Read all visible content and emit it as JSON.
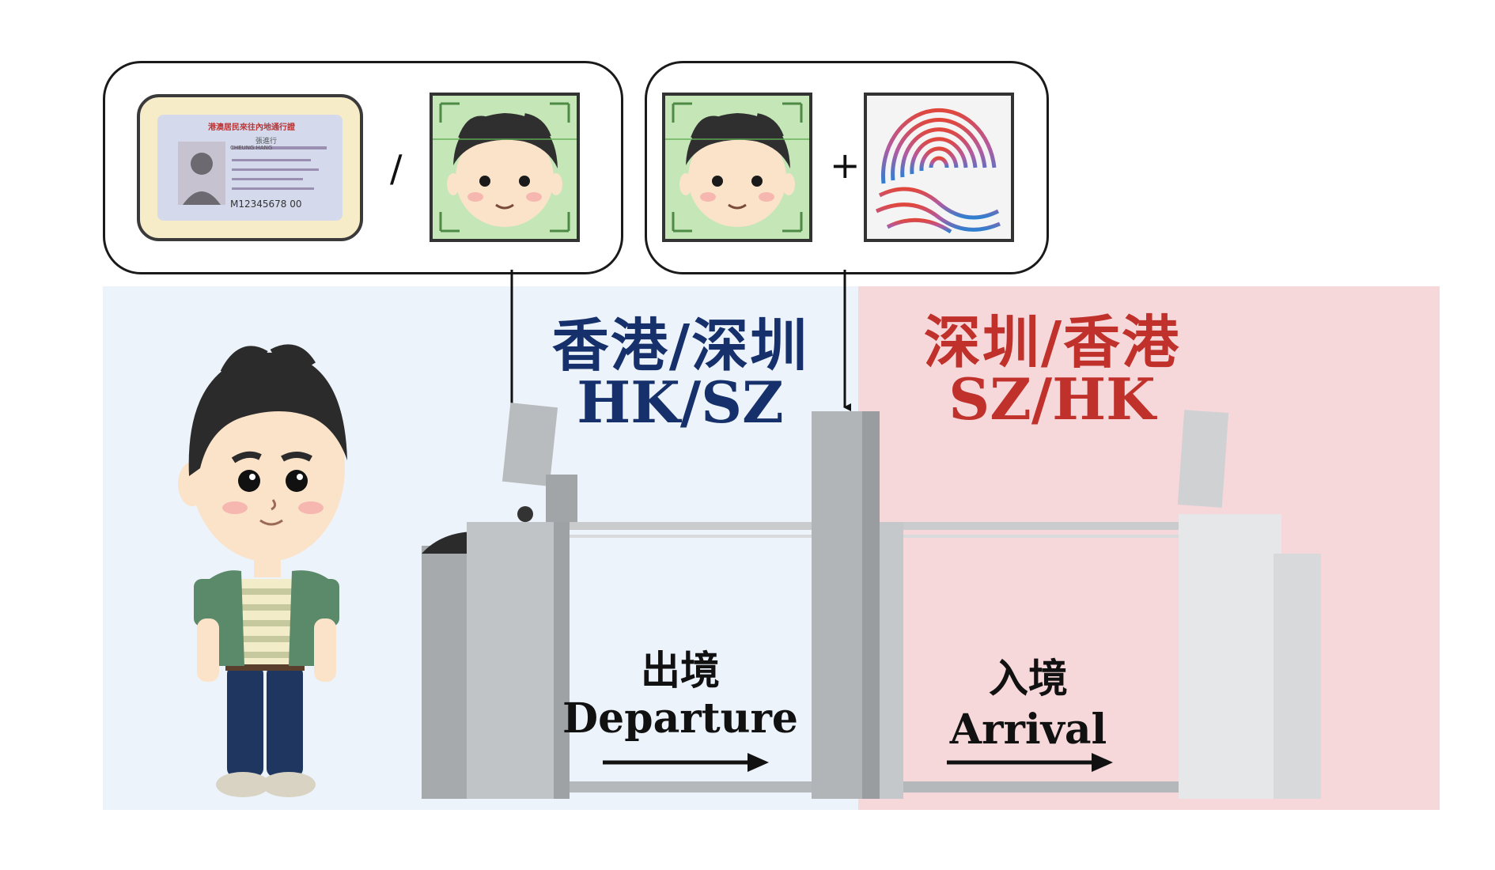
{
  "callouts": {
    "first": {
      "separator": "/",
      "items": [
        "id-card-icon",
        "face-scan-icon"
      ]
    },
    "second": {
      "separator": "+",
      "items": [
        "face-scan-icon",
        "fingerprint-icon"
      ]
    }
  },
  "id_card": {
    "header": "港澳居民來往內地通行證",
    "name_cn": "張進行",
    "name_en": "CHEUNG HANG",
    "number": "M12345678 00"
  },
  "zones": {
    "left": {
      "title_cn": "香港/深圳",
      "title_en": "HK/SZ",
      "color": "#15306b",
      "bg": "#edf3fb"
    },
    "right": {
      "title_cn": "深圳/香港",
      "title_en": "SZ/HK",
      "color": "#c1312b",
      "bg": "#f6d7da"
    }
  },
  "gates": {
    "departure": {
      "label_cn": "出境",
      "label_en": "Departure"
    },
    "arrival": {
      "label_cn": "入境",
      "label_en": "Arrival"
    }
  },
  "colors": {
    "border": "#1a1a1a",
    "gate_metal": "#b9bcbe",
    "traveler_shirt": "#5b8a6b",
    "traveler_pants": "#1f3760"
  }
}
